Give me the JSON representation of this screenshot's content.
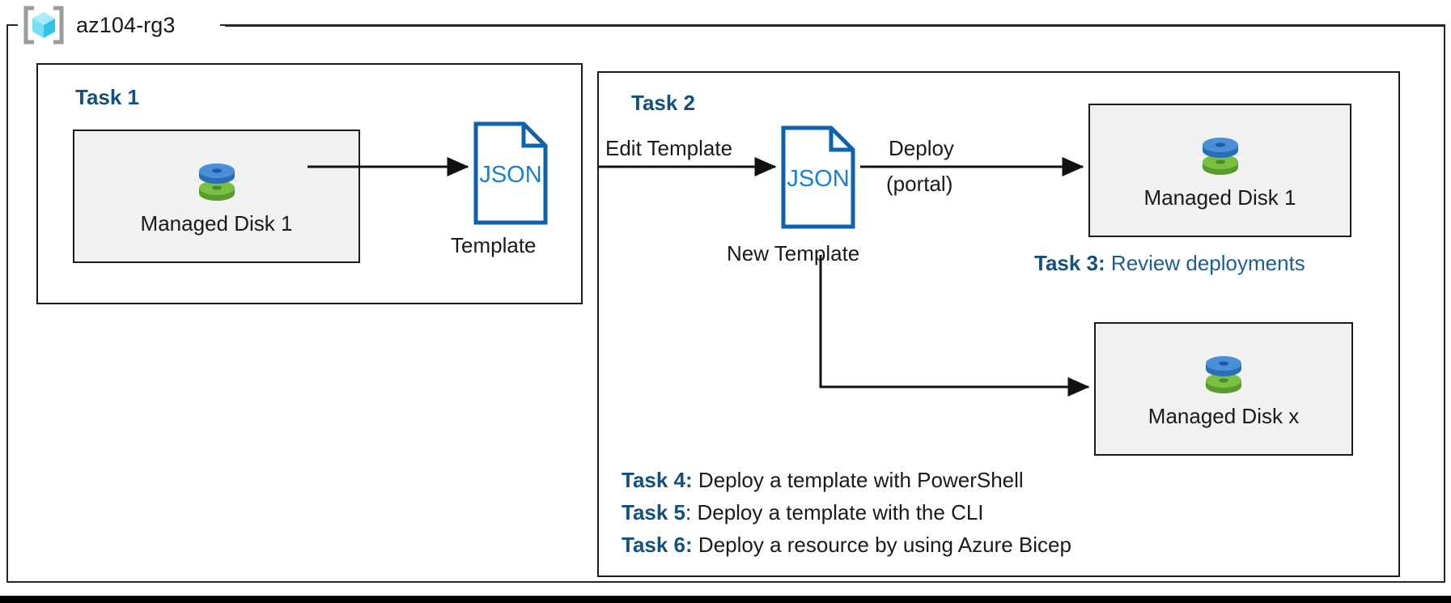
{
  "resource_group": {
    "title": "az104-rg3",
    "icon": "azure-resource-group-cube-icon"
  },
  "colors": {
    "task_heading_blue": "#12507e",
    "task_desc_blue": "#1b5e92",
    "json_outline_blue": "#0f62ad",
    "json_text_blue": "#1b7fd0",
    "box_fill_gray": "#f1f1f1",
    "border_black": "#1a1a1a",
    "disk_blue": "#3e8fda",
    "disk_green": "#6cb33e",
    "cube_cyan": "#55d8f3"
  },
  "task1": {
    "heading": "Task 1",
    "resource": {
      "label": "Managed Disk 1",
      "icon": "managed-disk-icon"
    },
    "template": {
      "doc_text": "JSON",
      "caption": "Template",
      "icon": "json-file-icon"
    }
  },
  "task2": {
    "heading": "Task 2",
    "edit_label": "Edit Template",
    "new_template": {
      "doc_text": "JSON",
      "caption": "New Template",
      "icon": "json-file-icon"
    },
    "deploy_label_line1": "Deploy",
    "deploy_label_line2": "(portal)",
    "output_resource_1": {
      "label": "Managed Disk 1",
      "icon": "managed-disk-icon"
    },
    "output_resource_x": {
      "label": "Managed Disk x",
      "icon": "managed-disk-icon"
    }
  },
  "notes": [
    {
      "tag": "Task 3:",
      "desc": " Review deployments",
      "desc_style": "blue"
    },
    {
      "tag": "Task 4:",
      "desc": " Deploy a template with PowerShell",
      "desc_style": "black"
    },
    {
      "tag": "Task 5",
      "desc": ": Deploy a template with the CLI",
      "desc_style": "black"
    },
    {
      "tag": "Task 6:",
      "desc": " Deploy a resource by using Azure Bicep",
      "desc_style": "black"
    }
  ]
}
